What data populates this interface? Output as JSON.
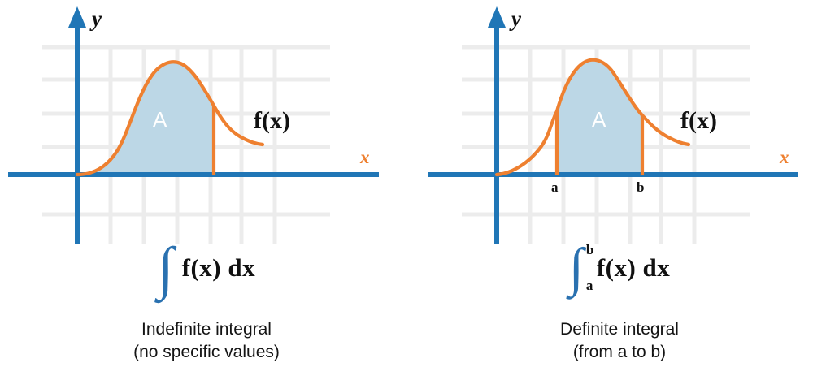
{
  "figure": {
    "title": "Indefinite vs definite integral diagram",
    "colors": {
      "axis_blue": "#2076b6",
      "curve_orange": "#ee8030",
      "area_fill": "#bcd7e6",
      "grid": "#ececec",
      "integral_blue": "#2a71b0",
      "text_black": "#111111",
      "area_label": "#ffffff"
    }
  },
  "panels": [
    {
      "id": "indefinite",
      "axis_y_label": "y",
      "axis_x_label": "x",
      "curve_label": "f(x)",
      "area_label": "A",
      "tick_labels": [],
      "formula": {
        "integral_sign": "∫",
        "upper_limit": "",
        "lower_limit": "",
        "integrand": "f(x) dx"
      },
      "caption_line1": "Indefinite integral",
      "caption_line2": "(no specific values)"
    },
    {
      "id": "definite",
      "axis_y_label": "y",
      "axis_x_label": "x",
      "curve_label": "f(x)",
      "area_label": "A",
      "tick_labels": [
        "a",
        "b"
      ],
      "formula": {
        "integral_sign": "∫",
        "upper_limit": "b",
        "lower_limit": "a",
        "integrand": "f(x) dx"
      },
      "caption_line1": "Definite integral",
      "caption_line2": "(from a to b)"
    }
  ],
  "chart_data": {
    "type": "area",
    "title": "Indefinite integral vs definite integral",
    "xlabel": "x",
    "ylabel": "y",
    "grid": true,
    "legend": "none",
    "charts": [
      {
        "name": "Indefinite integral",
        "curve_label": "f(x)",
        "area_label": "A",
        "shade_from": "origin",
        "shade_to": "unbounded-cut",
        "annotations": [
          "A",
          "f(x)",
          "x",
          "y"
        ],
        "x": [
          0,
          0.5,
          1.0,
          1.5,
          2.0,
          2.5,
          3.0,
          3.5,
          4.0,
          4.5,
          5.0,
          5.5,
          6.0,
          6.5,
          7.0
        ],
        "y": [
          0.0,
          0.08,
          0.22,
          0.48,
          0.84,
          1.22,
          1.52,
          1.68,
          1.72,
          1.62,
          1.28,
          0.92,
          0.68,
          0.54,
          0.46
        ]
      },
      {
        "name": "Definite integral",
        "curve_label": "f(x)",
        "area_label": "A",
        "shade_from": "a",
        "shade_to": "b",
        "bounds": {
          "a": 2.2,
          "b": 5.1
        },
        "annotations": [
          "A",
          "f(x)",
          "x",
          "y",
          "a",
          "b"
        ],
        "x": [
          0,
          0.5,
          1.0,
          1.5,
          2.0,
          2.5,
          3.0,
          3.5,
          4.0,
          4.5,
          5.0,
          5.5,
          6.0,
          6.5,
          7.0
        ],
        "y": [
          0.0,
          0.08,
          0.22,
          0.48,
          0.84,
          1.22,
          1.52,
          1.68,
          1.72,
          1.62,
          1.28,
          0.92,
          0.68,
          0.54,
          0.46
        ]
      }
    ]
  }
}
